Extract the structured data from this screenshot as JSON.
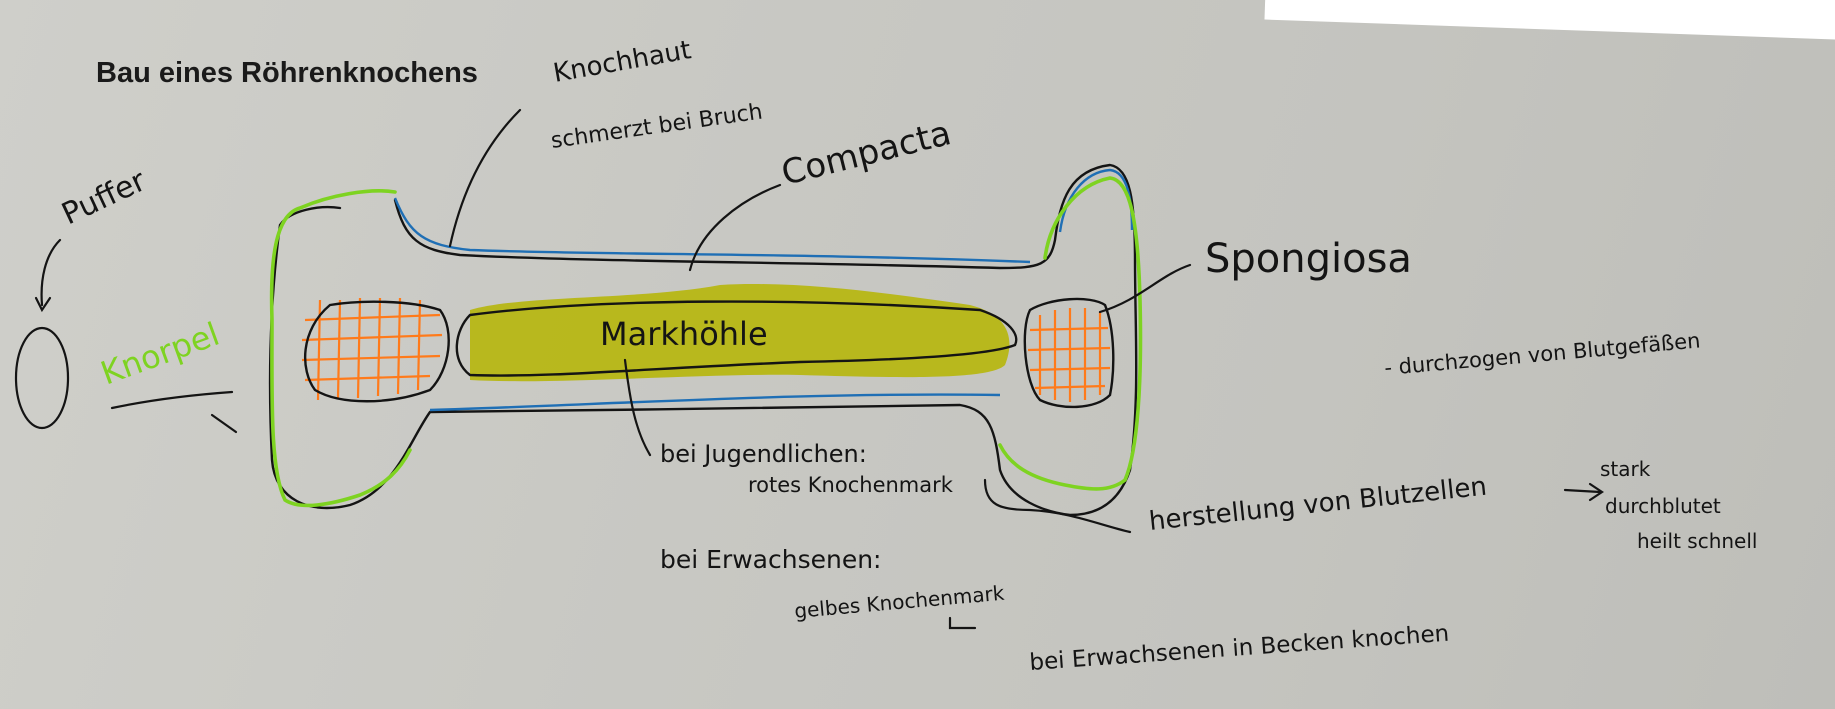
{
  "title": "Bau eines Röhrenknochens",
  "labels": {
    "knochenhaut": "Knochhaut",
    "knochenhaut_note": "schmerzt bei Bruch",
    "compacta": "Compacta",
    "puffer": "Puffer",
    "knorpel": "Knorpel",
    "spongiosa": "Spongiosa",
    "spongiosa_note": "- durchzogen von Blutgefäßen",
    "markhoehle": "Markhöhle",
    "jugendliche_1": "bei Jugendlichen:",
    "jugendliche_2": "rotes Knochenmark",
    "herstellung": "herstellung von Blutzellen",
    "arrow": "→",
    "stark_1": "stark",
    "stark_2": "durchblutet",
    "stark_3": "heilt schnell",
    "erwachsene_1": "bei Erwachsenen:",
    "erwachsene_2": "gelbes Knochenmark",
    "becken_arrow": "↳",
    "becken": "bei Erwachsenen in Becken knochen"
  },
  "colors": {
    "paper": "#c9c9c4",
    "ink": "#141414",
    "knorpel_green": "#7ed321",
    "periost_blue": "#1f6fb5",
    "mark_yellow": "#b5b500",
    "spongiosa_orange": "#ff7a1a"
  }
}
